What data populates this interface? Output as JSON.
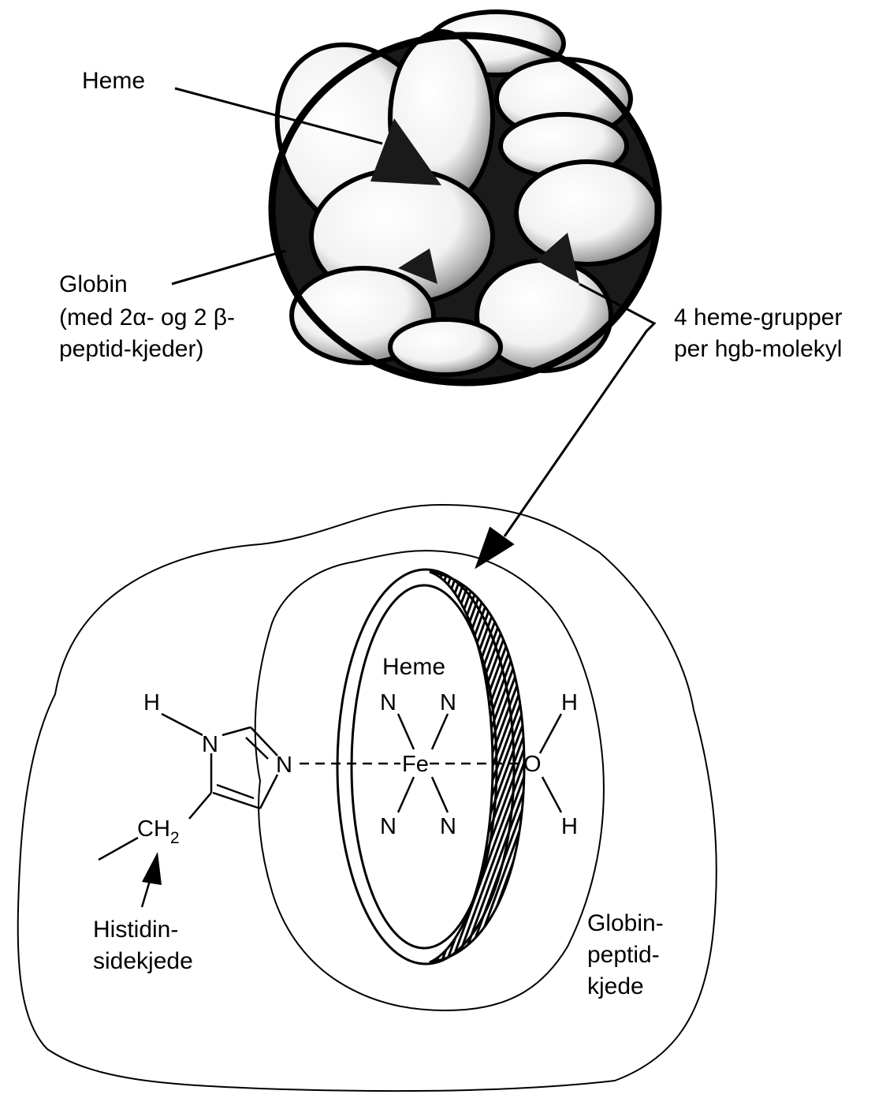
{
  "labels": {
    "heme_top": "Heme",
    "globin_line1": "Globin",
    "globin_line2": "(med 2α- og 2 β-",
    "globin_line3": "peptid-kjeder)",
    "groups_line1": "4 heme-grupper",
    "groups_line2": "per hgb-molekyl",
    "heme_ring": "Heme",
    "histidin_line1": "Histidin-",
    "histidin_line2": "sidekjede",
    "globin_chain_line1": "Globin-",
    "globin_chain_line2": "peptid-",
    "globin_chain_line3": "kjede"
  },
  "atoms": {
    "fe": "Fe",
    "n_top_left": "N",
    "n_top_right": "N",
    "n_bottom_left": "N",
    "n_bottom_right": "N",
    "h_imidazole": "H",
    "n_imidazole_upper": "N",
    "n_imidazole_bound": "N",
    "ch2_c": "CH",
    "ch2_sub": "2",
    "o_water": "O",
    "h_water_top": "H",
    "h_water_bottom": "H"
  },
  "colors": {
    "ink": "#000000",
    "paper": "#ffffff",
    "shade": "#555555"
  }
}
